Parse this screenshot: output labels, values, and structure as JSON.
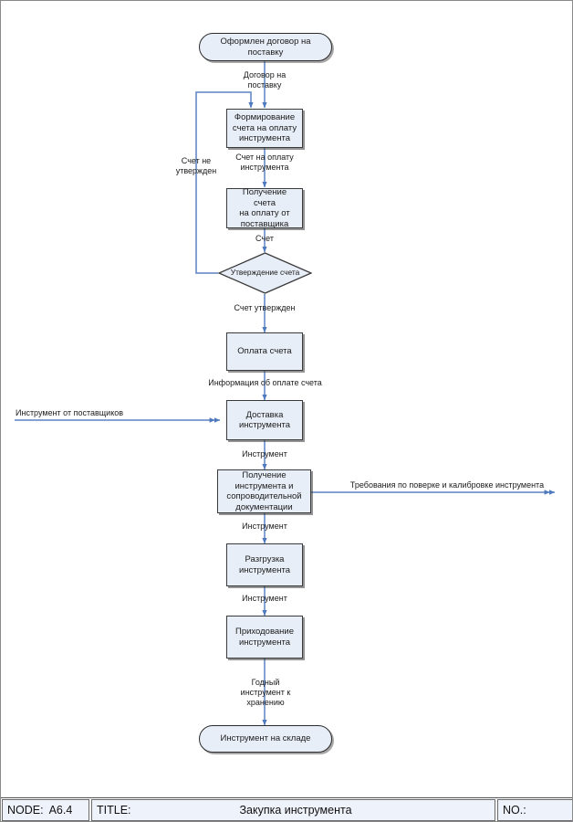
{
  "diagram": {
    "type": "flowchart",
    "language": "ru",
    "nodes": [
      {
        "id": "start",
        "shape": "terminator",
        "label": "Оформлен договор на поставку"
      },
      {
        "id": "form_bill",
        "shape": "process",
        "label": "Формирование\nсчета на оплату\nинструмента"
      },
      {
        "id": "get_bill",
        "shape": "process",
        "label": "Получение счета\nна оплату от\nпоставщика"
      },
      {
        "id": "approve",
        "shape": "decision",
        "label": "Утверждение счета"
      },
      {
        "id": "pay",
        "shape": "process",
        "label": "Оплата счета"
      },
      {
        "id": "delivery",
        "shape": "process",
        "label": "Доставка\nинструмента"
      },
      {
        "id": "receive",
        "shape": "process",
        "label": "Получение\nинструмента и\nсопроводительной\nдокументации"
      },
      {
        "id": "unload",
        "shape": "process",
        "label": "Разгрузка\nинструмента"
      },
      {
        "id": "stock_in",
        "shape": "process",
        "label": "Приходование\nинструмента"
      },
      {
        "id": "end",
        "shape": "terminator",
        "label": "Инструмент на складе"
      }
    ],
    "edge_labels": [
      {
        "id": "e_contract",
        "text": "Договор на\nпоставку"
      },
      {
        "id": "e_bill_for_pay",
        "text": "Счет на оплату\nинструмента"
      },
      {
        "id": "e_bill",
        "text": "Счет"
      },
      {
        "id": "e_not_approved",
        "text": "Счет не\nутвержден"
      },
      {
        "id": "e_approved",
        "text": "Счет утвержден"
      },
      {
        "id": "e_payment_info",
        "text": "Информация об оплате счета"
      },
      {
        "id": "e_from_suppliers",
        "text": "Инструмент от поставщиков"
      },
      {
        "id": "e_tool_1",
        "text": "Инструмент"
      },
      {
        "id": "e_requirements",
        "text": "Требования по поверке и калибровке инструмента"
      },
      {
        "id": "e_tool_2",
        "text": "Инструмент"
      },
      {
        "id": "e_tool_3",
        "text": "Инструмент"
      },
      {
        "id": "e_good_tool",
        "text": "Годный\nинструмент к\nхранению"
      }
    ],
    "colors": {
      "node_fill": "#e8eef7",
      "node_stroke": "#3a3a3a",
      "connector": "#5b82c4",
      "text": "#1b1b1b"
    }
  },
  "footer": {
    "node_label": "NODE:",
    "node_value": "A6.4",
    "title_label": "TITLE:",
    "title_value": "Закупка инструмента",
    "no_label": "NO.:"
  }
}
